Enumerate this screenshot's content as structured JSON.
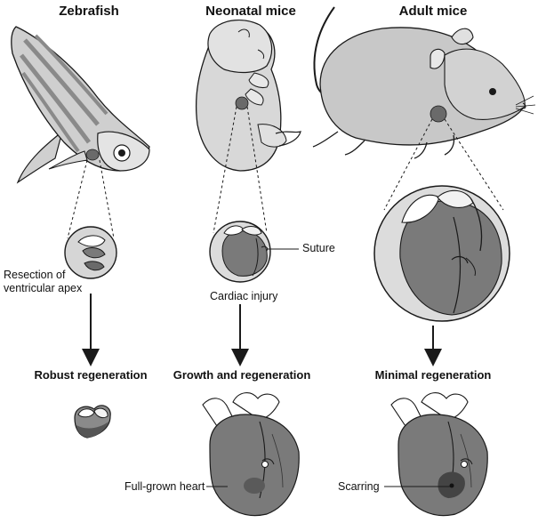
{
  "columns": {
    "zebrafish": {
      "title": "Zebrafish",
      "procedure_line1": "Resection of",
      "procedure_line2": "ventricular apex",
      "outcome": "Robust regeneration"
    },
    "neonatal": {
      "title": "Neonatal mice",
      "suture_label": "Suture",
      "procedure": "Cardiac injury",
      "outcome": "Growth and regeneration",
      "result_label": "Full-grown heart"
    },
    "adult": {
      "title": "Adult mice",
      "outcome": "Minimal regeneration",
      "result_label": "Scarring"
    }
  },
  "colors": {
    "outline": "#1a1a1a",
    "body_gray": "#c8c8c8",
    "light_gray": "#e2e2e2",
    "heart_dark": "#6a6a6a",
    "heart_mid": "#8c8c8c",
    "scar": "#4a4a4a"
  }
}
